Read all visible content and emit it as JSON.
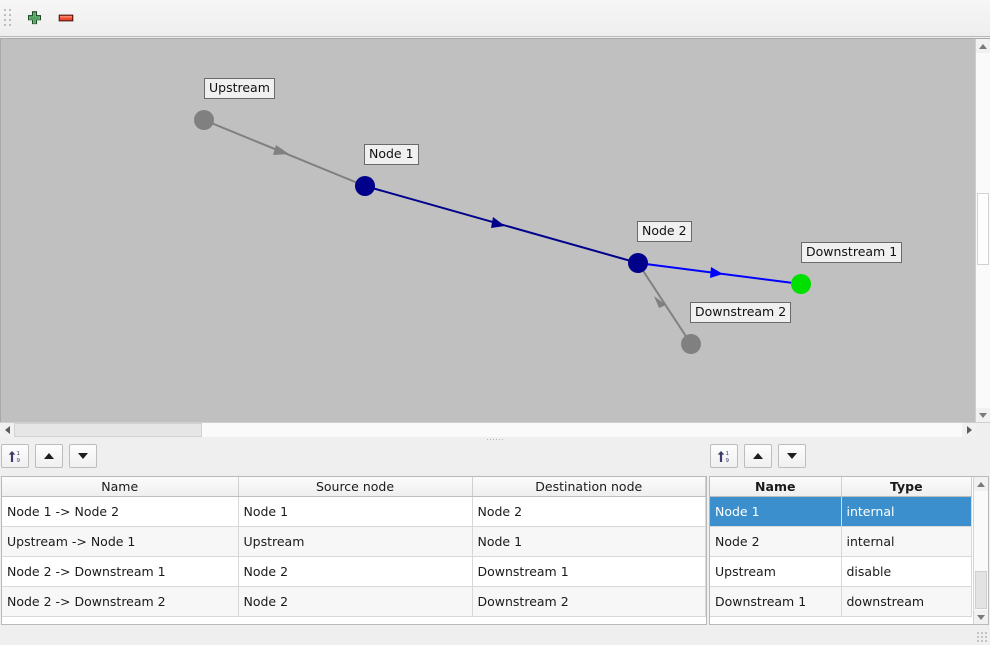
{
  "toolbar": {
    "add_label": "add-node",
    "remove_label": "remove-node",
    "icons": {
      "grip": "drag-handle-icon",
      "add": "green-plus-icon",
      "remove": "red-minus-icon"
    },
    "colors": {
      "add_green": "#3f9b4f",
      "remove_red": "#ef4b32"
    }
  },
  "graph": {
    "background": "#c0c0c0",
    "labels": {
      "upstream": "Upstream",
      "node1": "Node 1",
      "node2": "Node 2",
      "downstream1": "Downstream 1",
      "downstream2": "Downstream 2"
    },
    "node_colors": {
      "upstream": "#808080",
      "node1": "#00008b",
      "node2": "#00008b",
      "downstream1": "#00e000",
      "downstream2": "#808080"
    },
    "edge_colors": {
      "upstream_node1": "#808080",
      "node1_node2": "#00008b",
      "node2_downstream1": "#0000ff",
      "node2_downstream2": "#808080"
    }
  },
  "canvas_scroll": {
    "h_left_arrow": "scroll-left",
    "h_right_arrow": "scroll-right",
    "v_up_arrow": "scroll-up",
    "v_down_arrow": "scroll-down"
  },
  "edges_pane": {
    "toolbar": {
      "sort": "sort-button",
      "move_up": "move-up-button",
      "move_down": "move-down-button"
    },
    "columns": [
      "Name",
      "Source node",
      "Destination node"
    ],
    "rows": [
      {
        "name": "Node 1 -> Node 2",
        "source": "Node 1",
        "destination": "Node 2"
      },
      {
        "name": "Upstream -> Node 1",
        "source": "Upstream",
        "destination": "Node 1"
      },
      {
        "name": "Node 2 -> Downstream 1",
        "source": "Node 2",
        "destination": "Downstream 1"
      },
      {
        "name": "Node 2 -> Downstream 2",
        "source": "Node 2",
        "destination": "Downstream 2"
      }
    ]
  },
  "nodes_pane": {
    "toolbar": {
      "sort": "sort-button",
      "move_up": "move-up-button",
      "move_down": "move-down-button"
    },
    "columns": [
      "Name",
      "Type"
    ],
    "selected_row_index": 0,
    "selection_color": "#3b8fcc",
    "rows": [
      {
        "name": "Node 1",
        "type": "internal"
      },
      {
        "name": "Node 2",
        "type": "internal"
      },
      {
        "name": "Upstream",
        "type": "disable"
      },
      {
        "name": "Downstream 1",
        "type": "downstream"
      }
    ]
  }
}
